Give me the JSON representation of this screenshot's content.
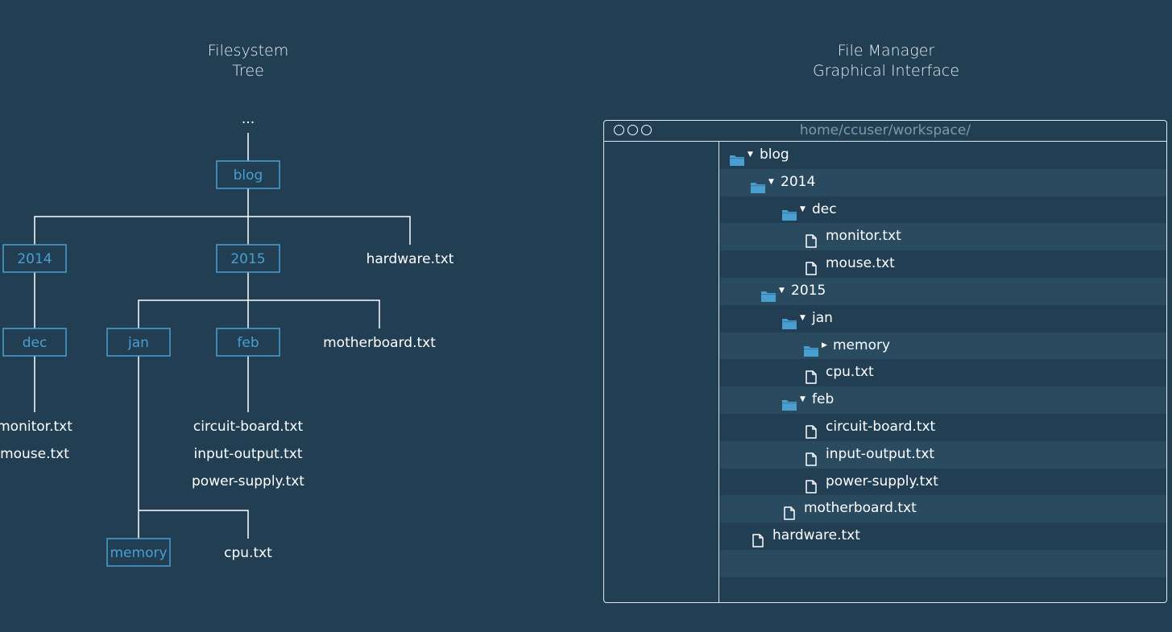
{
  "left_title": {
    "line1": "Filesystem",
    "line2": "Tree"
  },
  "right_title": {
    "line1": "File Manager",
    "line2": "Graphical Interface"
  },
  "tree": {
    "root": "...",
    "blog": "blog",
    "y2014": "2014",
    "y2015": "2015",
    "hardware": "hardware.txt",
    "dec": "dec",
    "jan": "jan",
    "feb": "feb",
    "motherboard": "motherboard.txt",
    "monitor": "monitor.txt",
    "mouse": "mouse.txt",
    "circuit": "circuit-board.txt",
    "inputoutput": "input-output.txt",
    "power": "power-supply.txt",
    "memory": "memory",
    "cpu": "cpu.txt"
  },
  "file_manager": {
    "path": "home/ccuser/workspace/",
    "rows": [
      {
        "type": "folder",
        "expanded": true,
        "label": "blog"
      },
      {
        "type": "folder",
        "expanded": true,
        "label": "2014"
      },
      {
        "type": "folder",
        "expanded": true,
        "label": "dec"
      },
      {
        "type": "file",
        "label": "monitor.txt"
      },
      {
        "type": "file",
        "label": "mouse.txt"
      },
      {
        "type": "folder",
        "expanded": true,
        "label": "2015"
      },
      {
        "type": "folder",
        "expanded": true,
        "label": "jan"
      },
      {
        "type": "folder",
        "expanded": false,
        "label": "memory"
      },
      {
        "type": "file",
        "label": "cpu.txt"
      },
      {
        "type": "folder",
        "expanded": true,
        "label": "feb"
      },
      {
        "type": "file",
        "label": "circuit-board.txt"
      },
      {
        "type": "file",
        "label": "input-output.txt"
      },
      {
        "type": "file",
        "label": "power-supply.txt"
      },
      {
        "type": "file",
        "label": "motherboard.txt"
      },
      {
        "type": "file",
        "label": "hardware.txt"
      },
      {
        "type": "empty",
        "label": ""
      },
      {
        "type": "empty",
        "label": ""
      }
    ]
  },
  "colors": {
    "background": "#213e53",
    "accent": "#4a9fd1",
    "line": "#ffffff",
    "row_alt": "#2a4a5f"
  }
}
